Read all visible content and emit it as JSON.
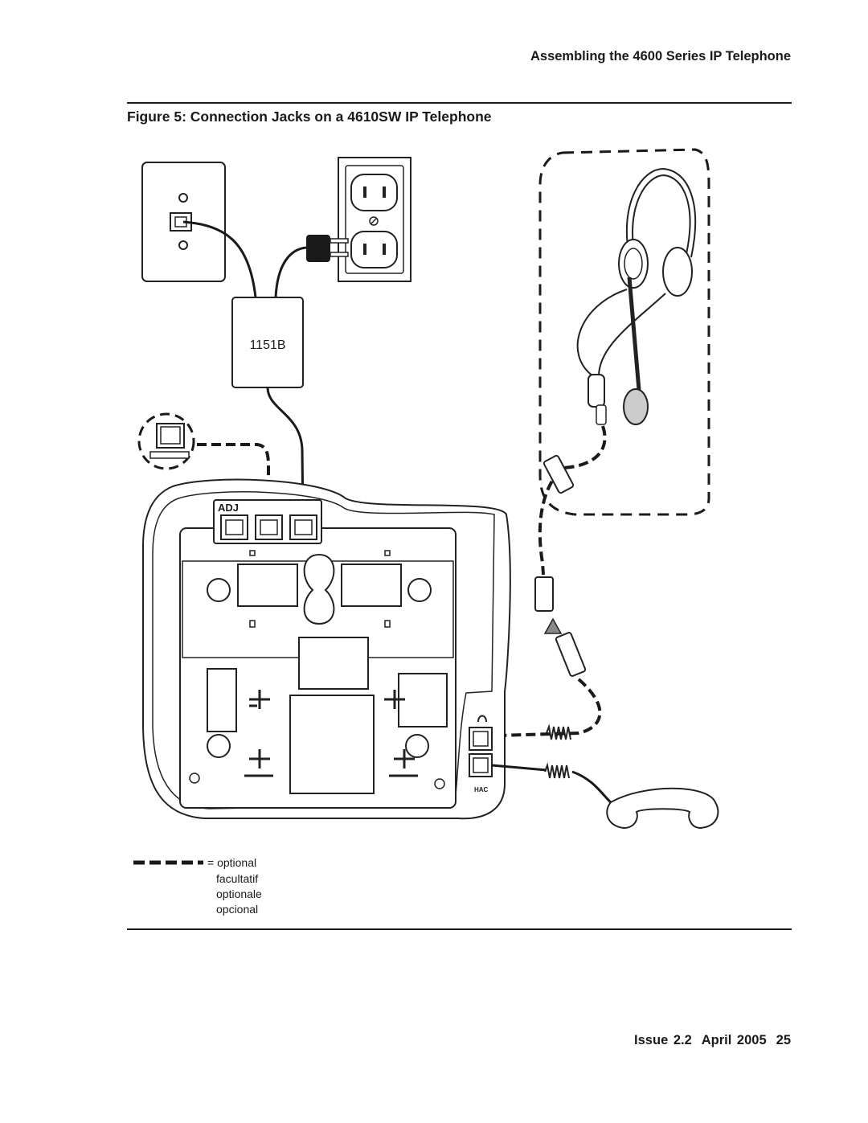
{
  "header": {
    "section_title": "Assembling the 4600 Series IP Telephone"
  },
  "figure": {
    "caption": "Figure 5: Connection Jacks on a 4610SW IP Telephone",
    "adapter_label": "1151B",
    "adj_label": "ADJ",
    "hac_label": "HAC",
    "legend": {
      "line1": "= optional",
      "line2": "facultatif",
      "line3": "optionale",
      "line4": "opcional"
    }
  },
  "footer": {
    "issue": "Issue 2.2",
    "date": "April 2005",
    "page": "25"
  }
}
